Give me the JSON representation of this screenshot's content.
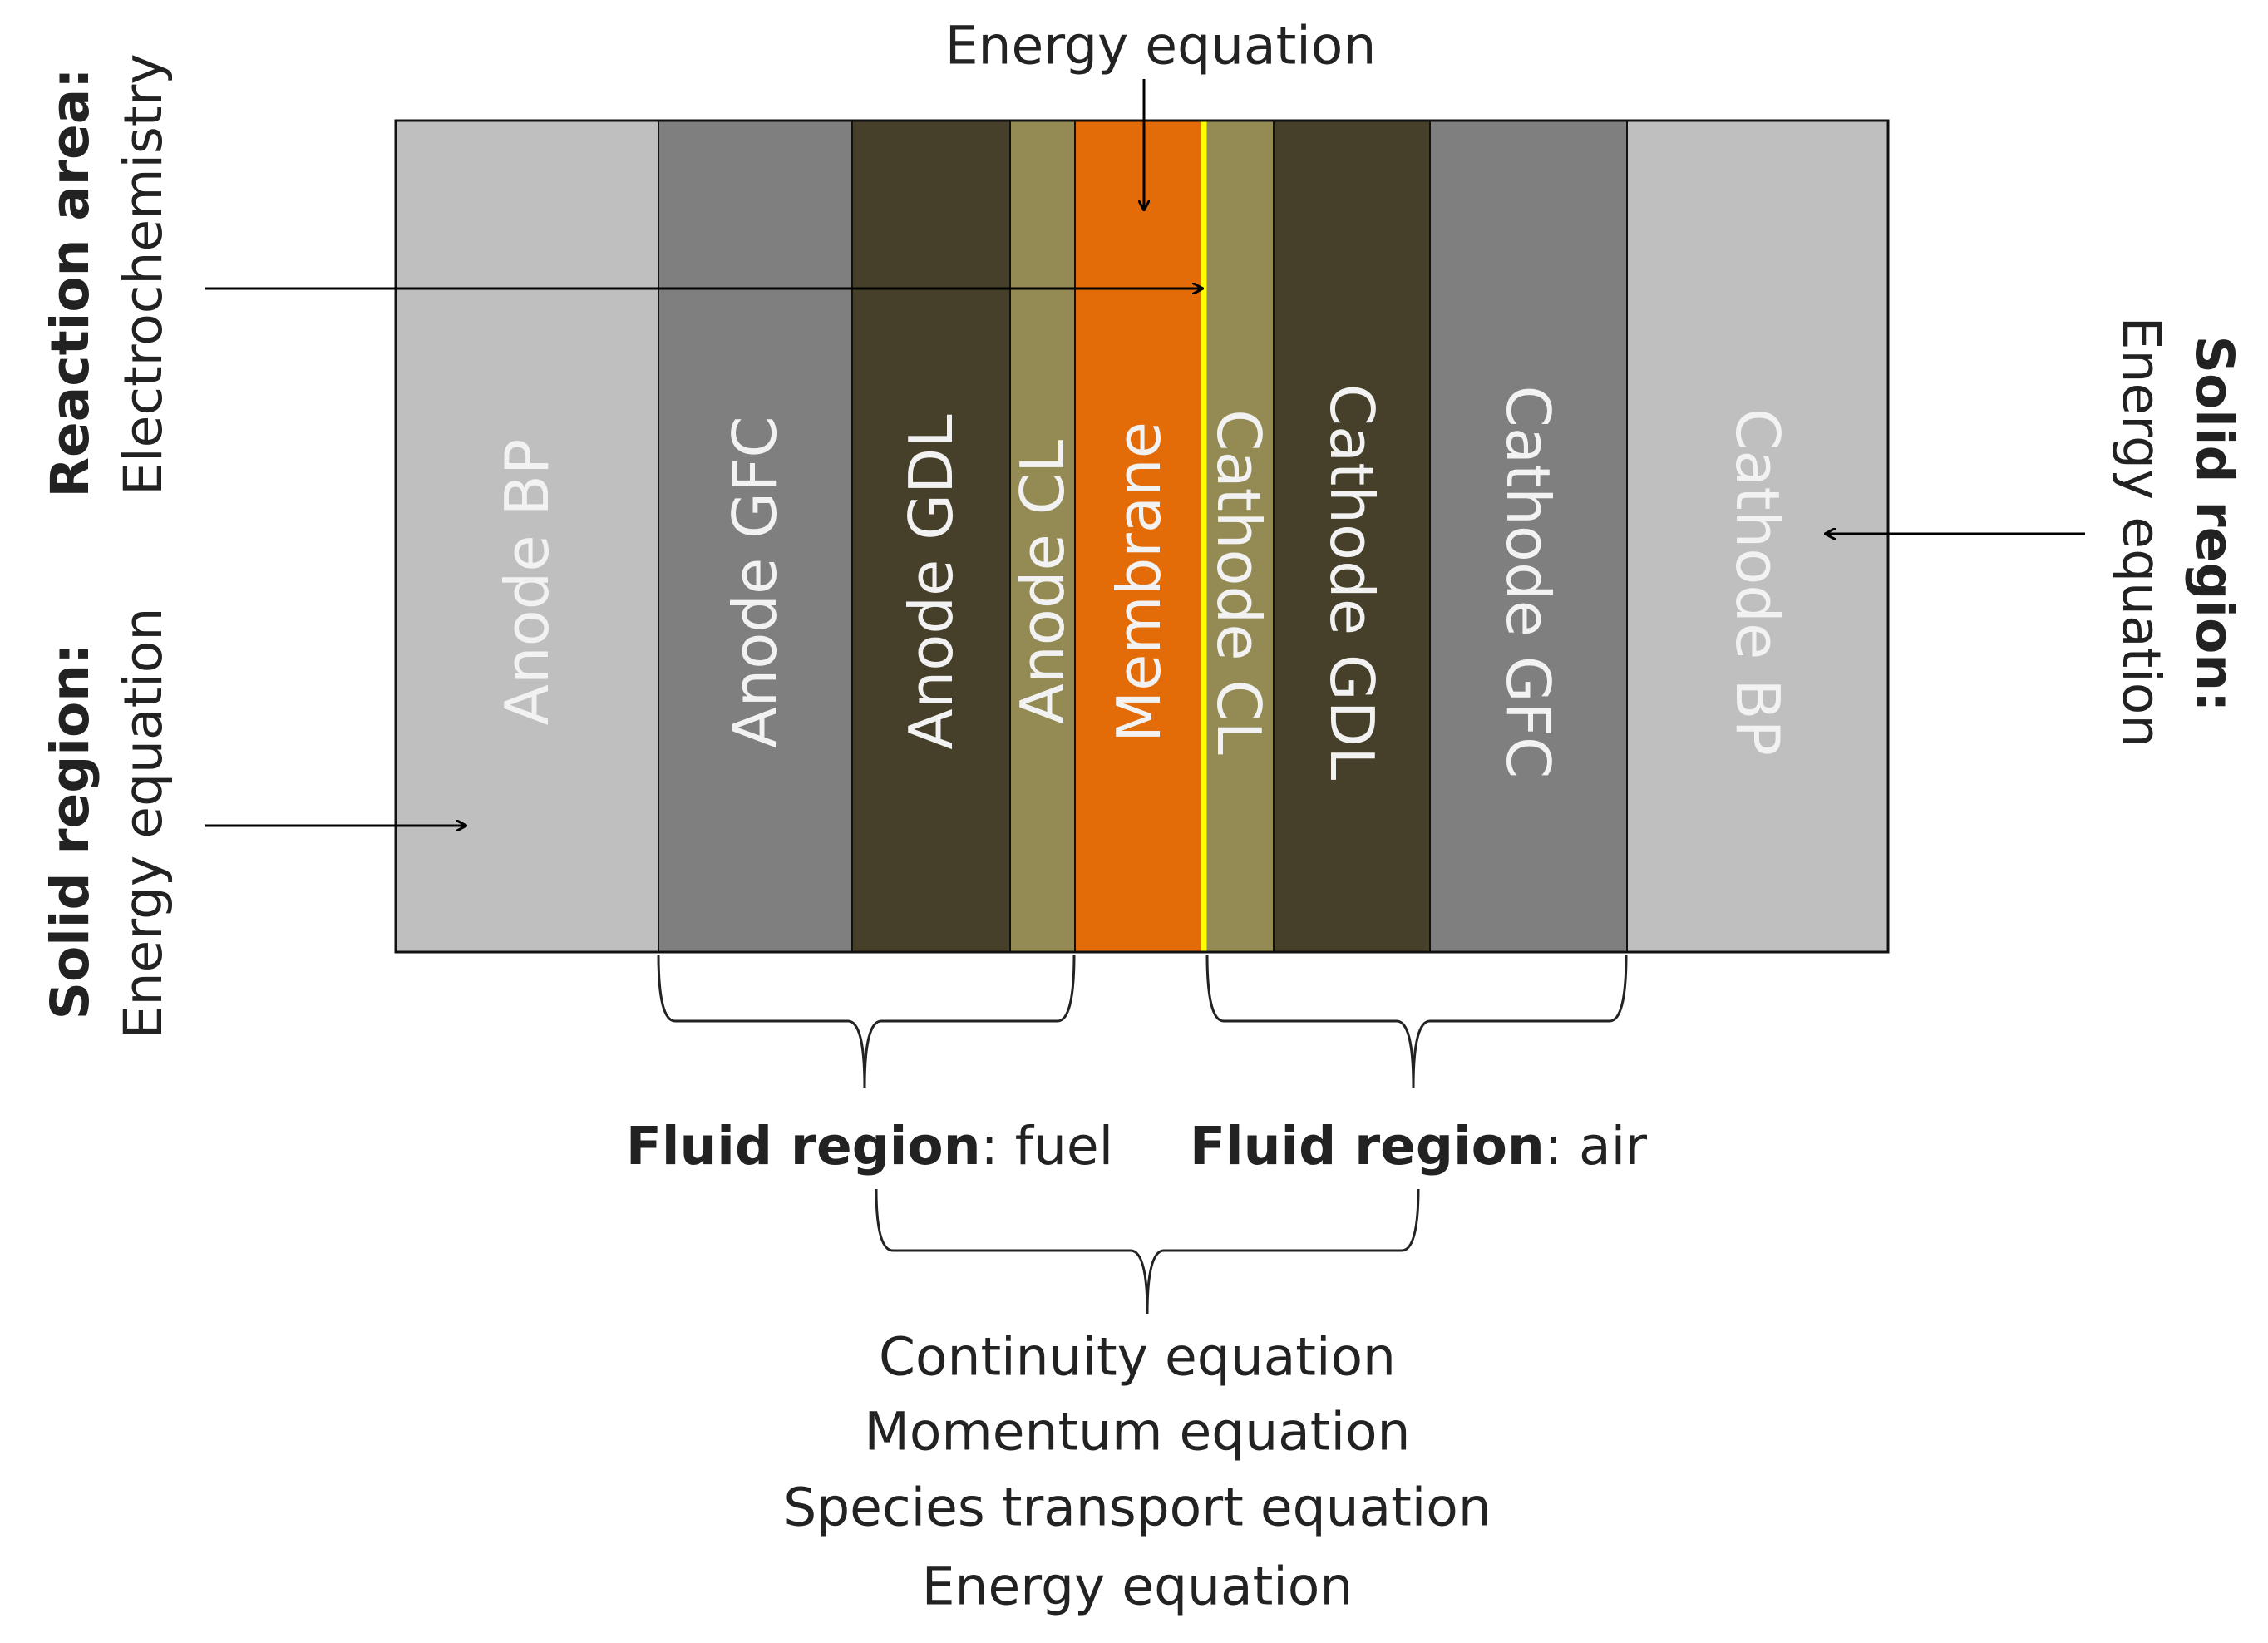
{
  "layers": [
    {
      "label": "Anode BP",
      "color": "#bfbfbf",
      "text_color": "#f2f2f2"
    },
    {
      "label": "Anode GFC",
      "color": "#7f7f7f",
      "text_color": "#f2f2f2"
    },
    {
      "label": "Anode GDL",
      "color": "#46402a",
      "text_color": "#f2f2f2"
    },
    {
      "label": "Anode CL",
      "color": "#948a54",
      "text_color": "#f2f2f2"
    },
    {
      "label": "Membrane",
      "color": "#e36c09",
      "text_color": "#f2f2f2"
    },
    {
      "label": "Cathode CL",
      "color": "#948a54",
      "text_color": "#f2f2f2"
    },
    {
      "label": "Cathode GDL",
      "color": "#46402a",
      "text_color": "#f2f2f2"
    },
    {
      "label": "Cathode GFC",
      "color": "#7f7f7f",
      "text_color": "#f2f2f2"
    },
    {
      "label": "Cathode BP",
      "color": "#bfbfbf",
      "text_color": "#f2f2f2"
    }
  ],
  "reaction_interface_color": "#ffff00",
  "top_annotation": "Energy equation",
  "reaction_area": {
    "bold": "Reaction area:",
    "text": "Electrochemistry"
  },
  "solid_left": {
    "bold": "Solid region:",
    "text": "Energy equation"
  },
  "solid_right": {
    "bold": "Solid region:",
    "text": "Energy equation"
  },
  "fluid_fuel": {
    "bold": "Fluid region",
    "text": ": fuel"
  },
  "fluid_air": {
    "bold": "Fluid region",
    "text": ": air"
  },
  "fluid_equations": [
    "Continuity equation",
    "Momentum equation",
    "Species transport equation",
    "Energy equation"
  ]
}
